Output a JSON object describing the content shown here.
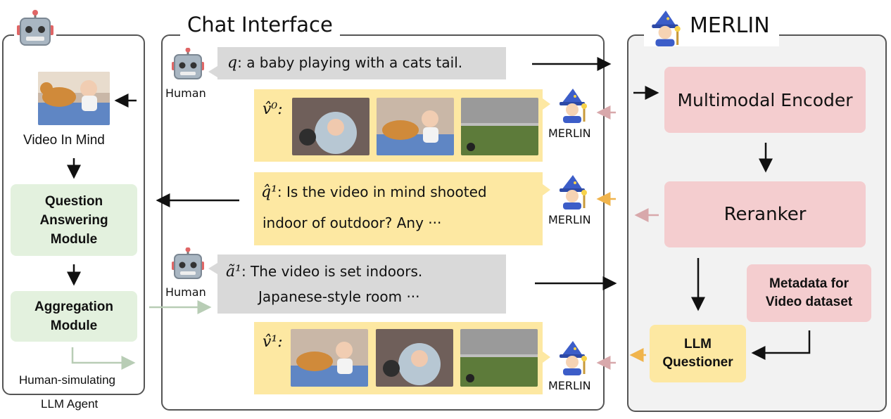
{
  "chat_panel": {
    "title": "Chat Interface"
  },
  "agent_panel": {
    "video_in_mind_label": "Video In Mind",
    "qa_module": "Question Answering Module",
    "aggregation_module": "Aggregation Module",
    "agent_label_line1": "Human-simulating",
    "agent_label_line2": "LLM Agent"
  },
  "merlin_panel": {
    "title": "MERLIN",
    "multimodal_encoder": "Multimodal Encoder",
    "reranker": "Reranker",
    "metadata": "Metadata for Video dataset",
    "llm_questioner": "LLM Questioner"
  },
  "chat": {
    "human_label": "Human",
    "merlin_label": "MERLIN",
    "query_symbol": "q",
    "query_text": ": a baby playing with a cats tail.",
    "v0_symbol": "v̂⁰:",
    "q1_symbol": "q̂¹",
    "q1_line1": ": Is the video in mind shooted",
    "q1_line2": "indoor of outdoor? Any ···",
    "a1_symbol": "ã¹",
    "a1_line1": ": The video is set indoors.",
    "a1_line2": "Japanese-style room ···",
    "v1_symbol": "v̂¹:"
  },
  "colors": {
    "green_box": "#e3f1de",
    "pink_box": "#f4cdcf",
    "yellow_bubble": "#fde8a2",
    "gray_bubble": "#d9d9d9",
    "panel_gray_bg": "#f2f2f2",
    "pink_arrow": "#d8a8ab",
    "orange_arrow": "#f0b44c",
    "green_arrow": "#b8cdb5"
  }
}
